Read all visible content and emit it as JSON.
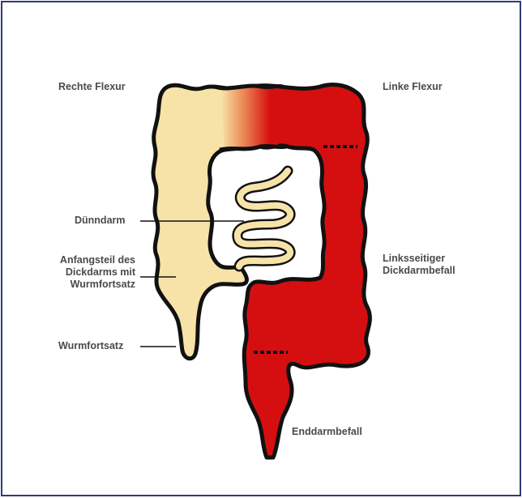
{
  "labels": {
    "rechte_flexur": "Rechte Flexur",
    "linke_flexur": "Linke Flexur",
    "duenndarm": "Dünndarm",
    "anfangsteil_1": "Anfangsteil des",
    "anfangsteil_2": "Dickdarms mit",
    "anfangsteil_3": "Wurmfortsatz",
    "wurmfortsatz": "Wurmfortsatz",
    "linksseitiger_1": "Linksseitiger",
    "linksseitiger_2": "Dickdarmbefall",
    "enddarmbefall": "Enddarmbefall"
  },
  "colors": {
    "border": "#2e3a7a",
    "healthy_colon": "#f7e3a8",
    "inflamed_colon": "#d50f10",
    "outline": "#111111",
    "text": "#4a4a4a"
  }
}
